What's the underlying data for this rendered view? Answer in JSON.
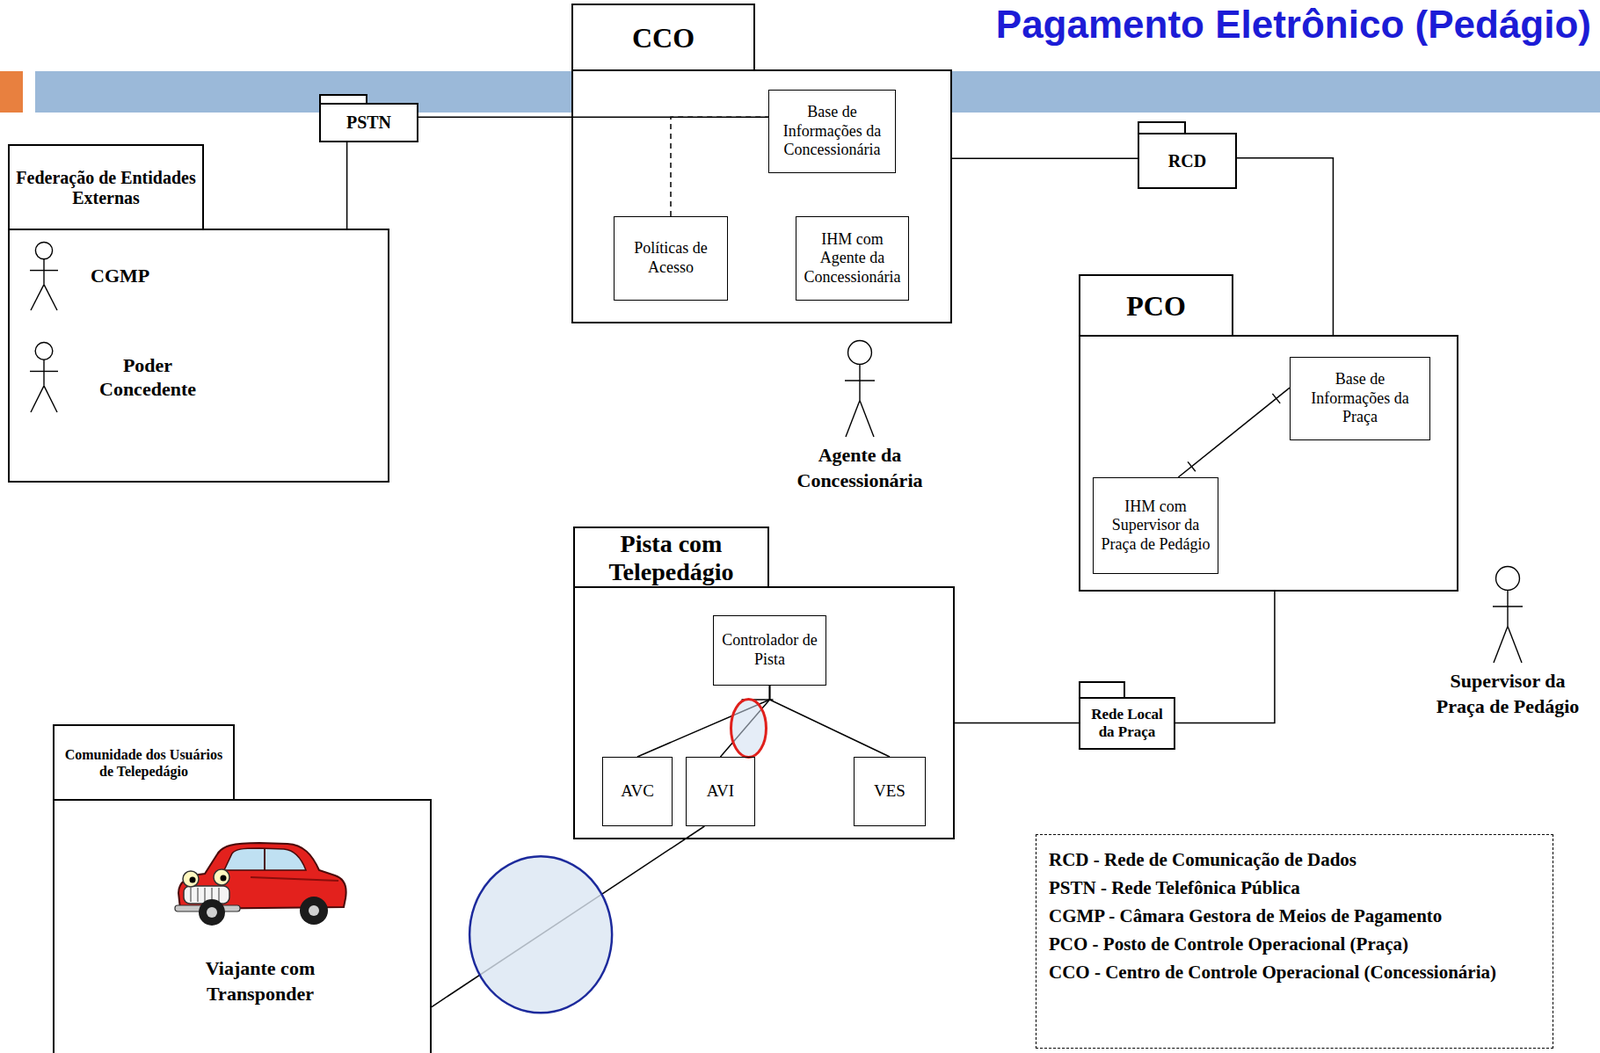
{
  "diagram": {
    "title": "Pagamento Eletrônico (Pedágio)",
    "nodes": [
      {
        "text": [
          "CCO"
        ]
      },
      {
        "text": [
          "Base de Informações da Concessionária"
        ],
        "in": 0
      },
      {
        "text": [
          "Políticas de Acesso"
        ],
        "in": 0
      },
      {
        "text": [
          "IHM com Agente da Concessionária"
        ],
        "in": 0
      },
      {
        "text": [
          "PSTN"
        ]
      },
      {
        "text": [
          "Federação de Entidades Externas"
        ]
      },
      {
        "text": [
          "CGMP"
        ],
        "in": 5
      },
      {
        "text": [
          "Poder Concedente"
        ],
        "in": 5
      },
      {
        "text": [
          "RCD"
        ]
      },
      {
        "text": [
          "PCO"
        ]
      },
      {
        "text": [
          "Base de Informações da Praça"
        ],
        "in": 9
      },
      {
        "text": [
          "IHM com Supervisor da Praça de Pedágio"
        ],
        "in": 9
      },
      {
        "text": [
          "Agente da Concessionária"
        ]
      },
      {
        "text": [
          "Pista com Telepedágio"
        ]
      },
      {
        "text": [
          "Controlador de Pista"
        ],
        "in": 13
      },
      {
        "text": [
          "AVC"
        ],
        "in": 13
      },
      {
        "text": [
          "AVI"
        ],
        "in": 13
      },
      {
        "text": [
          "VES"
        ],
        "in": 13
      },
      {
        "text": [
          "Supervisor da Praça de Pedágio"
        ]
      },
      {
        "text": [
          "Rede Local da Praça"
        ]
      },
      {
        "text": [
          "Comunidade dos Usuários de Telepedágio"
        ]
      },
      {
        "text": [
          "Viajante com Transponder"
        ],
        "in": 20
      }
    ],
    "edges": [
      {
        "from": 4,
        "to": 5,
        "arrow": "none"
      },
      {
        "from": 4,
        "to": 1,
        "arrow": "none"
      },
      {
        "from": 2,
        "to": 1,
        "arrow": "none"
      },
      {
        "from": 0,
        "to": 8,
        "arrow": "none"
      },
      {
        "from": 8,
        "to": 9,
        "arrow": "none"
      },
      {
        "from": 10,
        "to": 11,
        "arrow": "none"
      },
      {
        "from": 14,
        "to": 15,
        "arrow": "none"
      },
      {
        "from": 14,
        "to": 16,
        "arrow": "none"
      },
      {
        "from": 14,
        "to": 17,
        "arrow": "none"
      },
      {
        "from": 13,
        "to": 19,
        "arrow": "none"
      },
      {
        "from": 19,
        "to": 9,
        "arrow": "none"
      },
      {
        "from": 16,
        "to": 20,
        "arrow": "none"
      }
    ],
    "legend": [
      {
        "text": "RCD - Rede de Comunicação de Dados"
      },
      {
        "text": "PSTN - Rede Telefônica Pública"
      },
      {
        "text": "CGMP - Câmara Gestora de Meios de Pagamento"
      },
      {
        "text": "PCO - Posto de Controle Operacional (Praça)"
      },
      {
        "text": "CCO - Centro de Controle Operacional (Concessionária)"
      }
    ]
  }
}
